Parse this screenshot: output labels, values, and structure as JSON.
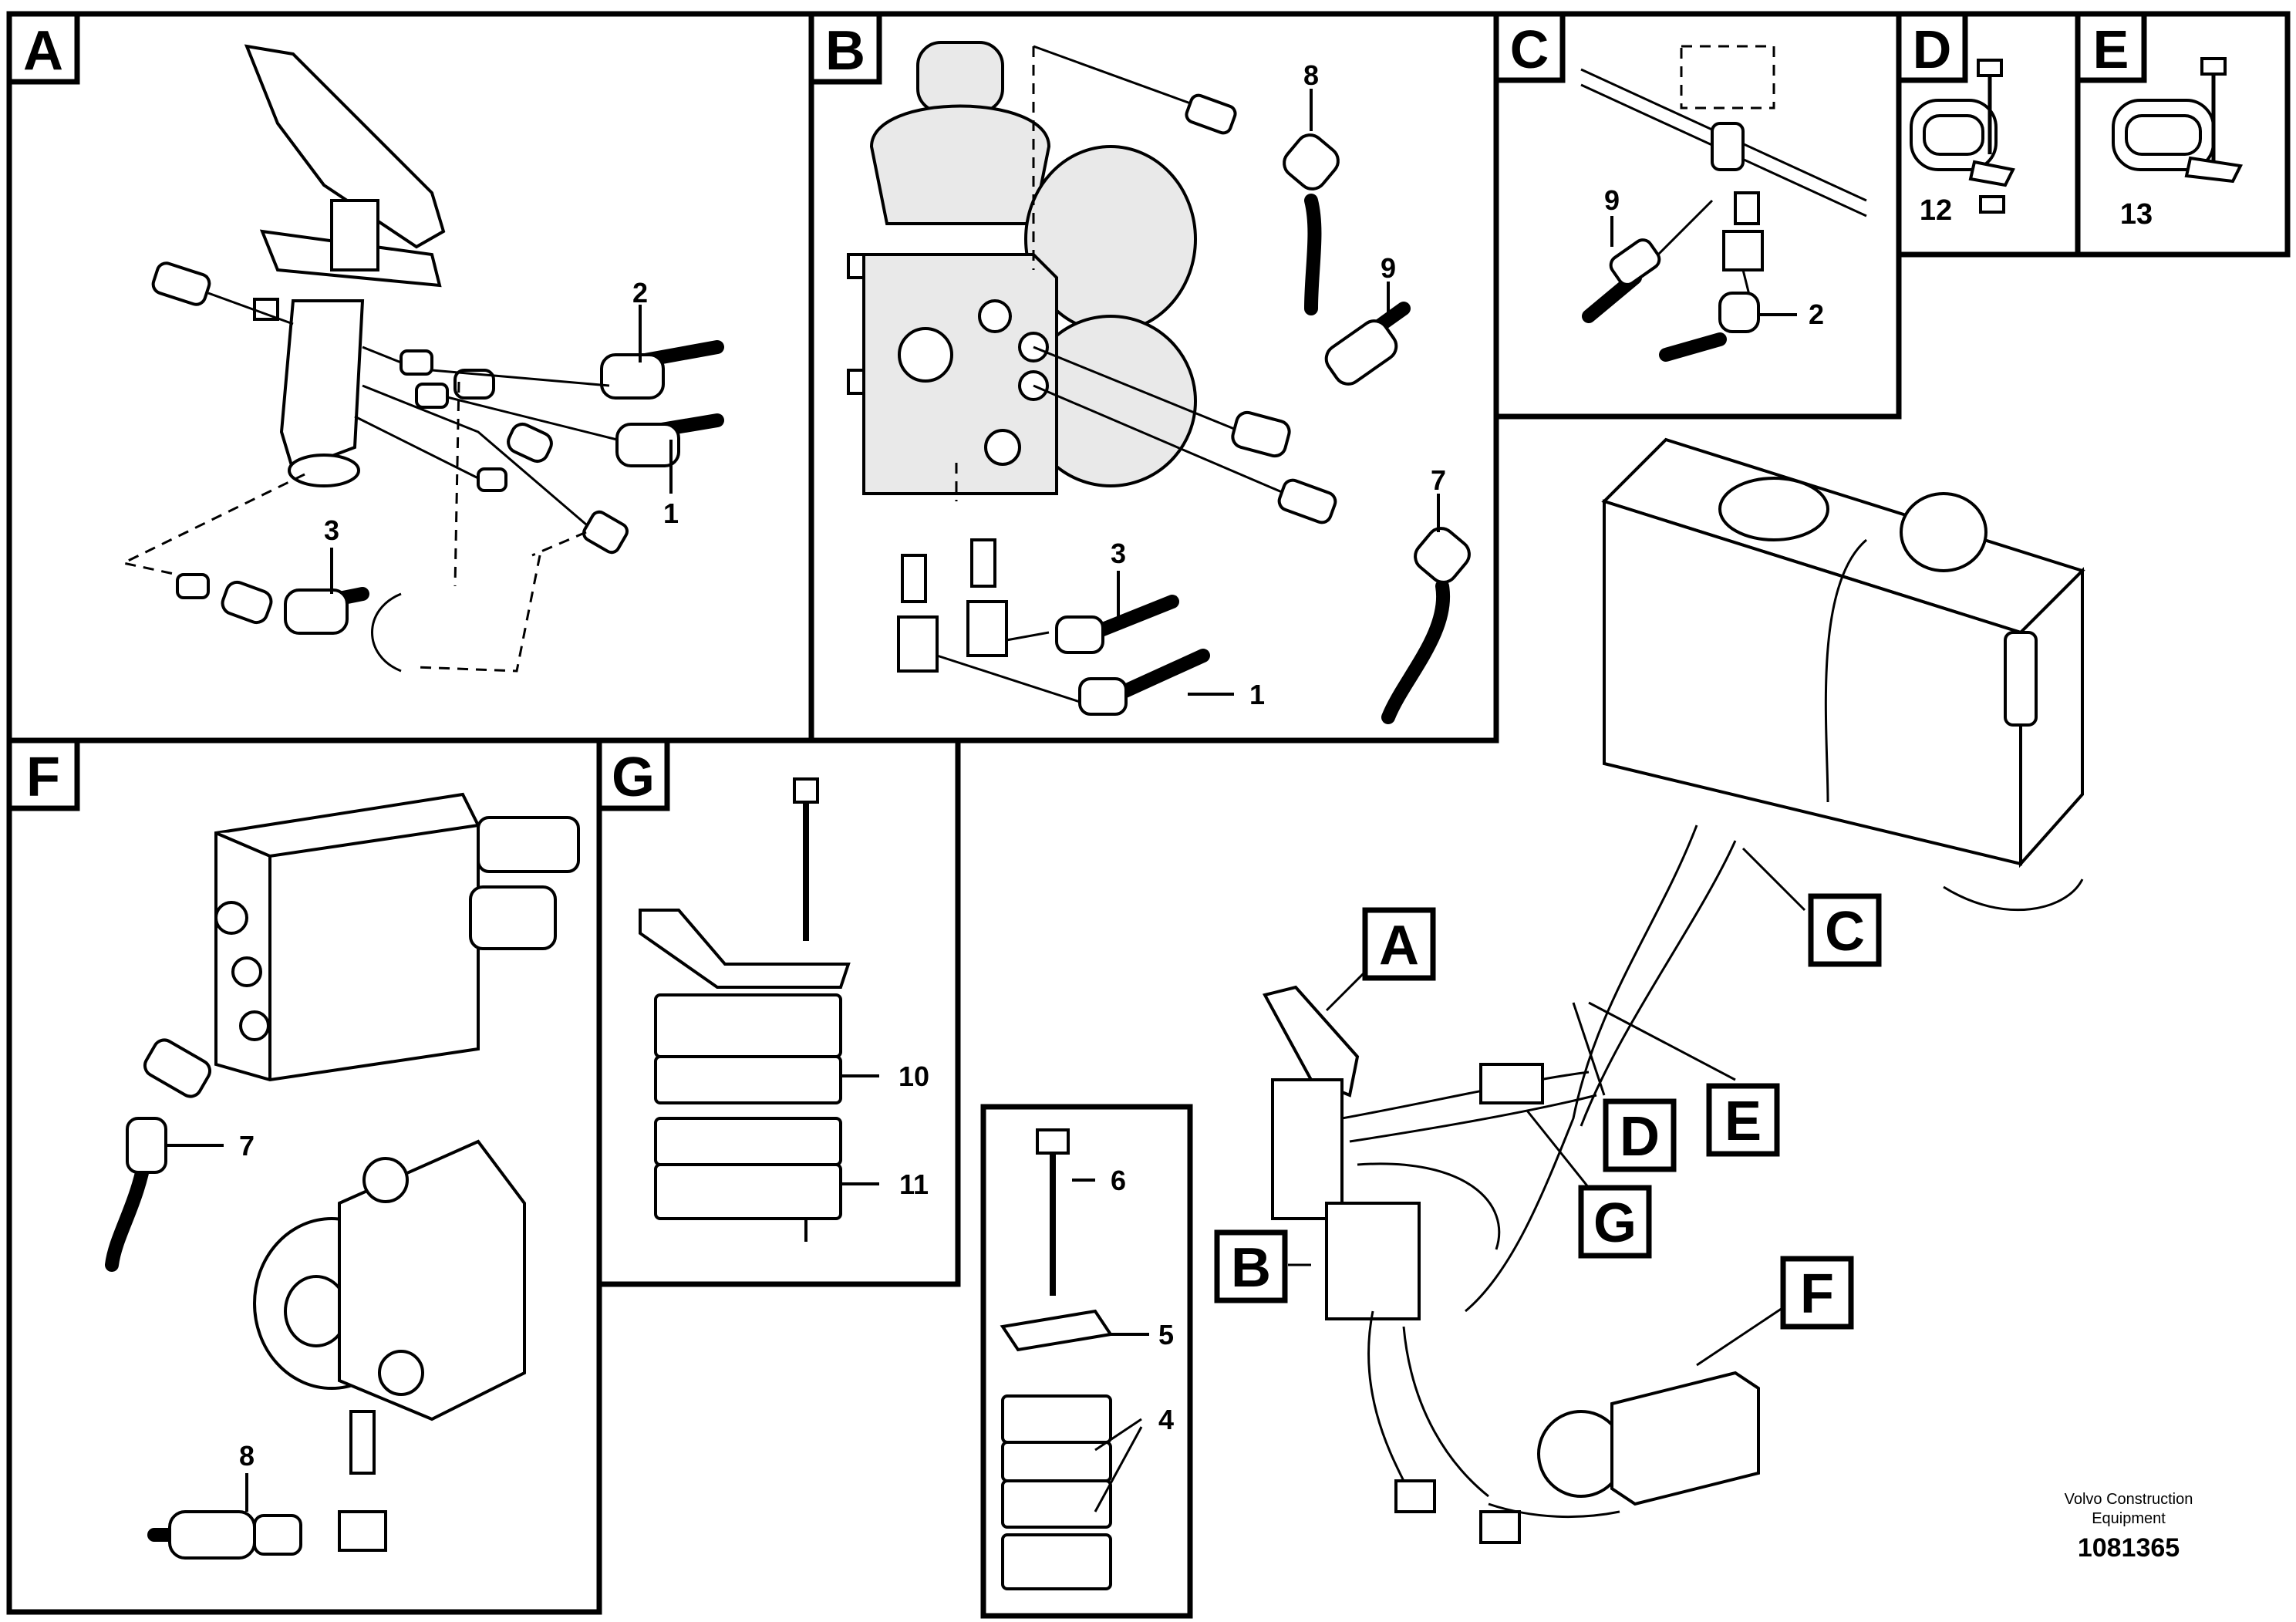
{
  "panels": {
    "A": {
      "letter": "A",
      "callouts": [
        "1",
        "2",
        "3"
      ]
    },
    "B": {
      "letter": "B",
      "callouts": [
        "1",
        "3",
        "7",
        "8",
        "9"
      ]
    },
    "C": {
      "letter": "C",
      "callouts": [
        "2",
        "9"
      ]
    },
    "D": {
      "letter": "D",
      "callouts": [
        "12"
      ]
    },
    "E": {
      "letter": "E",
      "callouts": [
        "13"
      ]
    },
    "F": {
      "letter": "F",
      "callouts": [
        "7",
        "8"
      ]
    },
    "G": {
      "letter": "G",
      "callouts": [
        "10",
        "11"
      ]
    },
    "clamp": {
      "callouts": [
        "4",
        "5",
        "6"
      ]
    }
  },
  "overview_tags": [
    "A",
    "B",
    "C",
    "D",
    "E",
    "F",
    "G"
  ],
  "footer": {
    "brand_line1": "Volvo Construction",
    "brand_line2": "Equipment",
    "drawing_number": "1081365"
  }
}
